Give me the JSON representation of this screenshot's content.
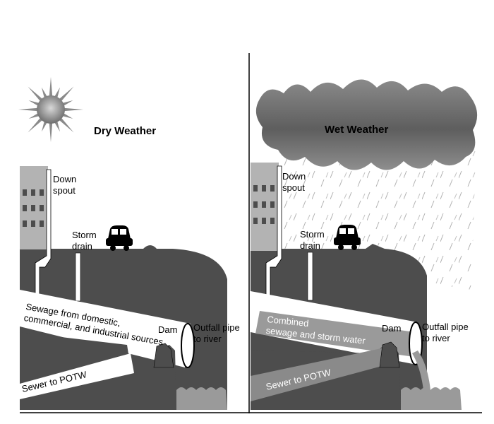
{
  "dry": {
    "title": "Dry Weather",
    "downspout": [
      "Down",
      "spout"
    ],
    "storm_drain": [
      "Storm",
      "drain"
    ],
    "sewage": [
      "Sewage from domestic,",
      "commercial, and industrial sources"
    ],
    "dam": "Dam",
    "outfall": [
      "Outfall pipe",
      "to river"
    ],
    "sewer": "Sewer to POTW"
  },
  "wet": {
    "title": "Wet Weather",
    "downspout": [
      "Down",
      "spout"
    ],
    "storm_drain": [
      "Storm",
      "drain"
    ],
    "combined": [
      "Combined",
      "sewage and storm water"
    ],
    "dam": "Dam",
    "outfall": [
      "Outfall pipe",
      "to river"
    ],
    "sewer": "Sewer to POTW"
  },
  "colors": {
    "ground": "#4d4d4d",
    "pipe": "#ffffff",
    "water": "#9a9a9a",
    "building": "#b3b3b3"
  }
}
